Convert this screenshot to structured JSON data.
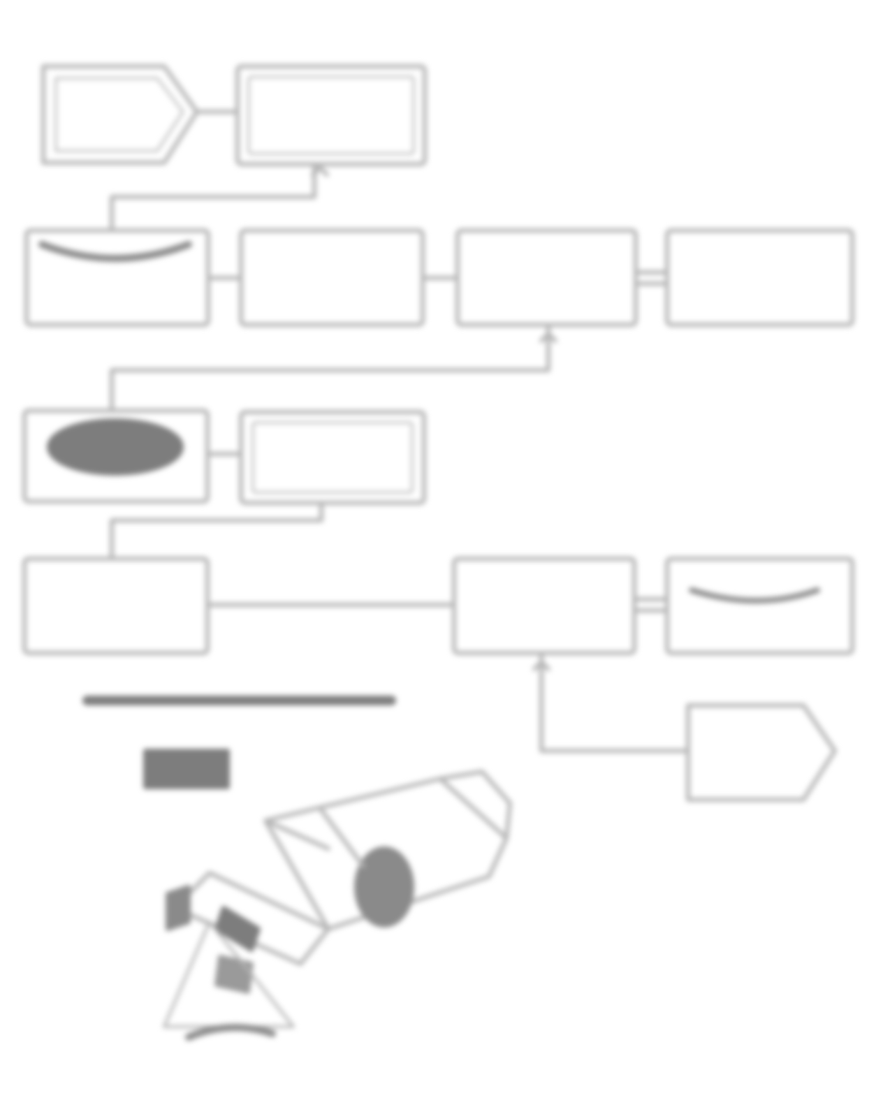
{
  "diagram": {
    "nodes": [
      {
        "id": "start",
        "label": "",
        "shape": "arrow-right"
      },
      {
        "id": "step-1",
        "label": "",
        "shape": "box"
      },
      {
        "id": "decision-1",
        "label": "",
        "shape": "box"
      },
      {
        "id": "step-2",
        "label": "",
        "shape": "box"
      },
      {
        "id": "step-3",
        "label": "",
        "shape": "box"
      },
      {
        "id": "step-4",
        "label": "",
        "shape": "box"
      },
      {
        "id": "decision-2",
        "label": "",
        "shape": "box"
      },
      {
        "id": "step-5",
        "label": "",
        "shape": "box"
      },
      {
        "id": "step-6",
        "label": "",
        "shape": "box"
      },
      {
        "id": "step-7",
        "label": "",
        "shape": "box"
      },
      {
        "id": "step-8",
        "label": "",
        "shape": "box"
      },
      {
        "id": "end",
        "label": "",
        "shape": "arrow-right"
      }
    ],
    "caption": "",
    "figure_label": "",
    "component_illustration": "sensor-connector"
  },
  "colors": {
    "background": "#ffffff",
    "outline": "#b5b5b5",
    "text": "#6e6e6e",
    "fill_dark": "#7d7d7d"
  }
}
